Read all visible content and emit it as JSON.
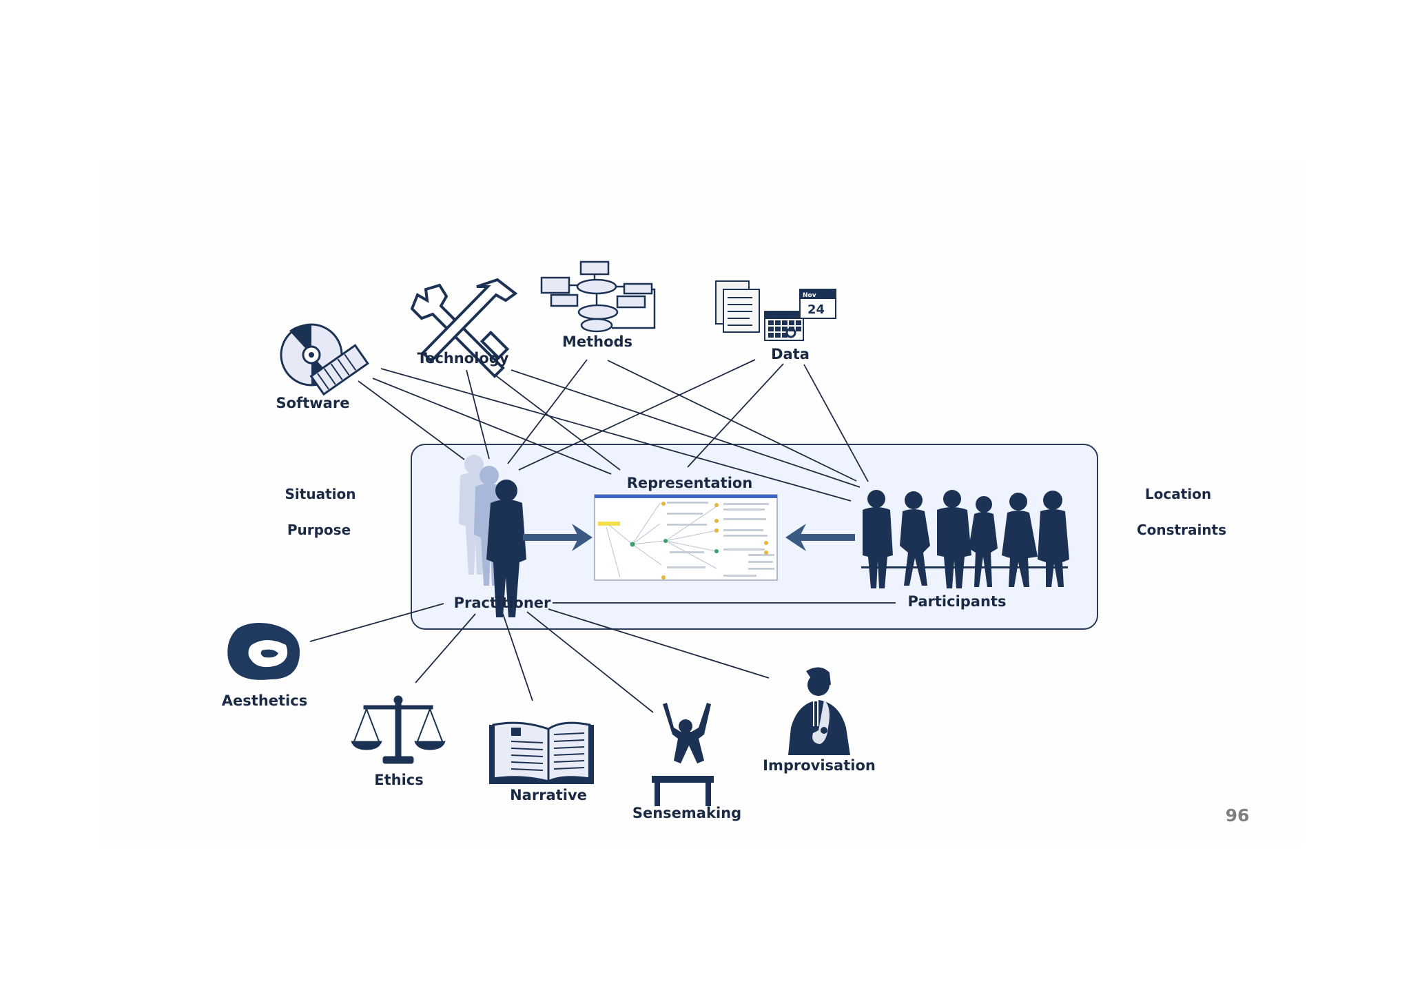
{
  "diagram": {
    "nodes": {
      "software": "Software",
      "technology": "Technology",
      "methods": "Methods",
      "data": "Data",
      "representation": "Representation",
      "practitioner": "Practitioner",
      "participants": "Participants",
      "aesthetics": "Aesthetics",
      "ethics": "Ethics",
      "narrative": "Narrative",
      "sensemaking": "Sensemaking",
      "improvisation": "Improvisation"
    },
    "context": {
      "situation": "Situation",
      "purpose": "Purpose",
      "location": "Location",
      "constraints": "Constraints"
    },
    "calendar": {
      "month": "Nov",
      "day": "24"
    },
    "page_number": "96",
    "colors": {
      "navy": "#1c3255",
      "box_fill": "#eef3fd",
      "box_stroke": "#2a3b5a"
    }
  }
}
